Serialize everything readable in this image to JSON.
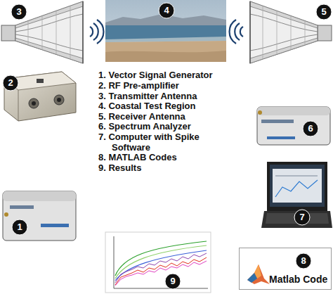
{
  "diagram": {
    "nodes": [
      {
        "text": [
          "Matlab Code"
        ]
      }
    ],
    "labels": [
      "3",
      "4",
      "5",
      "2",
      "1. Vector Signal Generator",
      "2. RF Pre-amplifier",
      "3. Transmitter Antenna",
      "4. Coastal Test Region",
      "5. Receiver Antenna",
      "6. Spectrum Analyzer",
      "7. Computer with Spike Software",
      "8. MATLAB Codes",
      "9. Results",
      "6",
      "1",
      "7",
      "9",
      "8"
    ]
  }
}
